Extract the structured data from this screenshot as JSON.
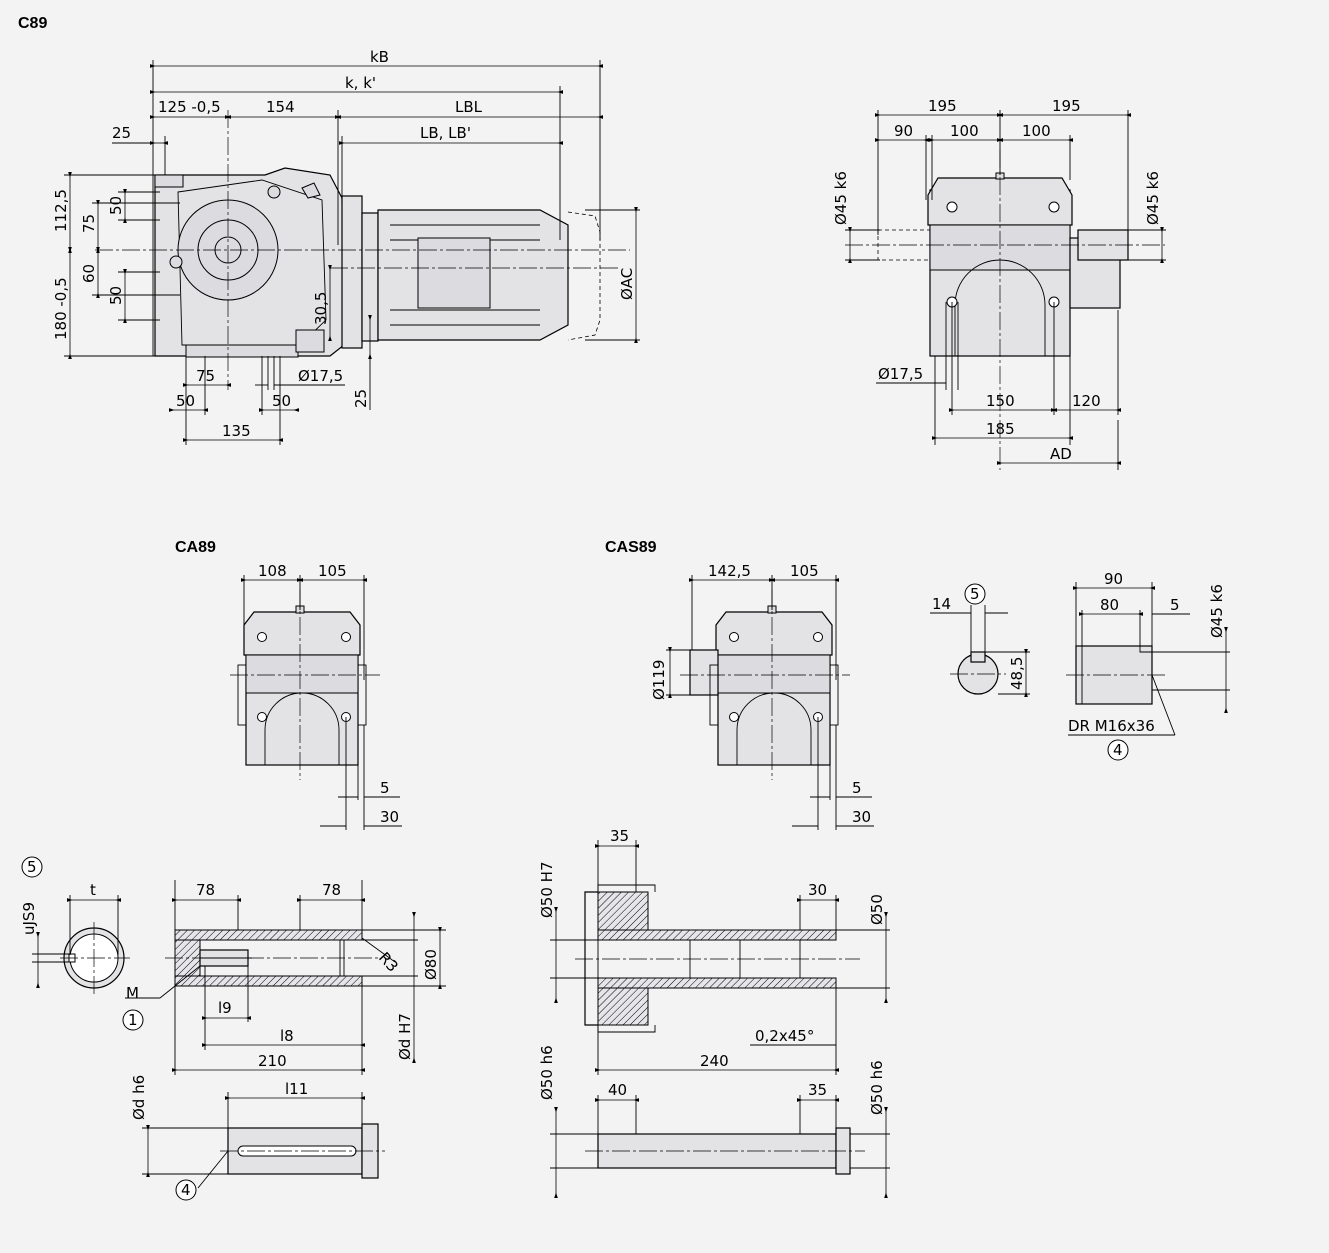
{
  "views": {
    "c89": {
      "title": "C89"
    },
    "ca89": {
      "title": "CA89"
    },
    "cas89": {
      "title": "CAS89"
    }
  },
  "dims": {
    "kB": "kB",
    "kk": "k, k'",
    "LBL": "LBL",
    "LBLB": "LB, LB'",
    "d125": "125 -0,5",
    "d154": "154",
    "d25a": "25",
    "d112": "112,5",
    "d50a": "50",
    "d75a": "75",
    "d180": "180 -0,5",
    "d60": "60",
    "d50b": "50",
    "d30_5": "30,5",
    "dAC": "ØAC",
    "d75b": "75",
    "d17_5a": "Ø17,5",
    "d25b": "25",
    "d50c": "50",
    "d50d": "50",
    "d135": "135",
    "d195a": "195",
    "d195b": "195",
    "d90": "90",
    "d100a": "100",
    "d100b": "100",
    "d45k6a": "Ø45 k6",
    "d45k6b": "Ø45 k6",
    "d17_5b": "Ø17,5",
    "d150": "150",
    "d120": "120",
    "d185": "185",
    "dAD": "AD",
    "d108": "108",
    "d105a": "105",
    "d5a": "5",
    "d30a": "30",
    "d142": "142,5",
    "d105b": "105",
    "d119": "Ø119",
    "d5b": "5",
    "d30b": "30",
    "d14": "14",
    "c5a": "5",
    "d48": "48,5",
    "d90b": "90",
    "d80": "80",
    "d5c": "5",
    "d45k6c": "Ø45 k6",
    "dDR": "DR M16x36",
    "c4a": "4",
    "c5b": "5",
    "dt": "t",
    "duJS9": "uJS9",
    "dM": "M",
    "c1": "1",
    "d78a": "78",
    "d78b": "78",
    "dR3": "R3",
    "d80b": "Ø80",
    "dl9": "l9",
    "dl8": "l8",
    "d210": "210",
    "ddH7": "Ød H7",
    "ddh6": "Ød h6",
    "dl11": "l11",
    "c4b": "4",
    "d35a": "35",
    "d50H7": "Ø50 H7",
    "d30c": "30",
    "d50e": "Ø50",
    "d02": "0,2x45°",
    "d240": "240",
    "d50h6a": "Ø50 h6",
    "d40": "40",
    "d35b": "35",
    "d50h6b": "Ø50 h6"
  }
}
